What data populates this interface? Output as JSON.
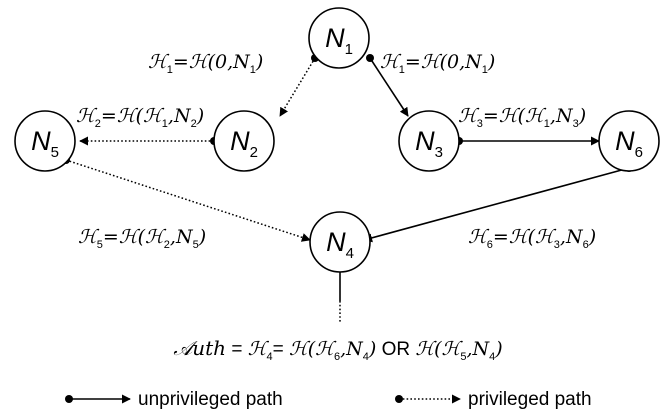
{
  "nodes": [
    {
      "id": "N1",
      "letter": "N",
      "sub": "1"
    },
    {
      "id": "N2",
      "letter": "N",
      "sub": "2"
    },
    {
      "id": "N3",
      "letter": "N",
      "sub": "3"
    },
    {
      "id": "N4",
      "letter": "N",
      "sub": "4"
    },
    {
      "id": "N5",
      "letter": "N",
      "sub": "5"
    },
    {
      "id": "N6",
      "letter": "N",
      "sub": "6"
    }
  ],
  "edges": [
    {
      "from": "N1",
      "to": "N2",
      "style": "privileged"
    },
    {
      "from": "N1",
      "to": "N3",
      "style": "unprivileged"
    },
    {
      "from": "N2",
      "to": "N5",
      "style": "privileged"
    },
    {
      "from": "N3",
      "to": "N6",
      "style": "unprivileged"
    },
    {
      "from": "N5",
      "to": "N4",
      "style": "privileged"
    },
    {
      "from": "N6",
      "to": "N4",
      "style": "unprivileged"
    }
  ],
  "labels": {
    "h1_left": {
      "lhs": "ℋ",
      "lhs_sub": "1",
      "eq": "=ℋ(0,N",
      "arg_sub": "1",
      "close": ")"
    },
    "h1_right": {
      "lhs": "ℋ",
      "lhs_sub": "1",
      "eq": "=ℋ(0,N",
      "arg_sub": "1",
      "close": ")"
    },
    "h2": {
      "lhs": "ℋ",
      "lhs_sub": "2",
      "eq": "=ℋ(ℋ",
      "inner_sub": "1",
      "mid": ",N",
      "arg_sub": "2",
      "close": ")"
    },
    "h3": {
      "lhs": "ℋ",
      "lhs_sub": "3",
      "eq": "=ℋ(ℋ",
      "inner_sub": "1",
      "mid": ",N",
      "arg_sub": "3",
      "close": ")"
    },
    "h5": {
      "lhs": "ℋ",
      "lhs_sub": "5",
      "eq": "=ℋ(ℋ",
      "inner_sub": "2",
      "mid": ",N",
      "arg_sub": "5",
      "close": ")"
    },
    "h6": {
      "lhs": "ℋ",
      "lhs_sub": "6",
      "eq": "=ℋ(ℋ",
      "inner_sub": "3",
      "mid": ",N",
      "arg_sub": "6",
      "close": ")"
    }
  },
  "auth": {
    "word": "𝒜uth",
    "eq1": " = ",
    "h4": "ℋ",
    "h4_sub": "4",
    "eq2": "= ",
    "term1_open": "ℋ(ℋ",
    "term1_inner_sub": "6",
    "term1_mid": ",N",
    "term1_arg_sub": "4",
    "term1_close": ")",
    "or": " OR ",
    "term2_open": "ℋ(ℋ",
    "term2_inner_sub": "5",
    "term2_mid": ",N",
    "term2_arg_sub": "4",
    "term2_close": ")"
  },
  "legend": {
    "unprivileged_label": "unprivileged path",
    "privileged_label": "privileged path"
  }
}
